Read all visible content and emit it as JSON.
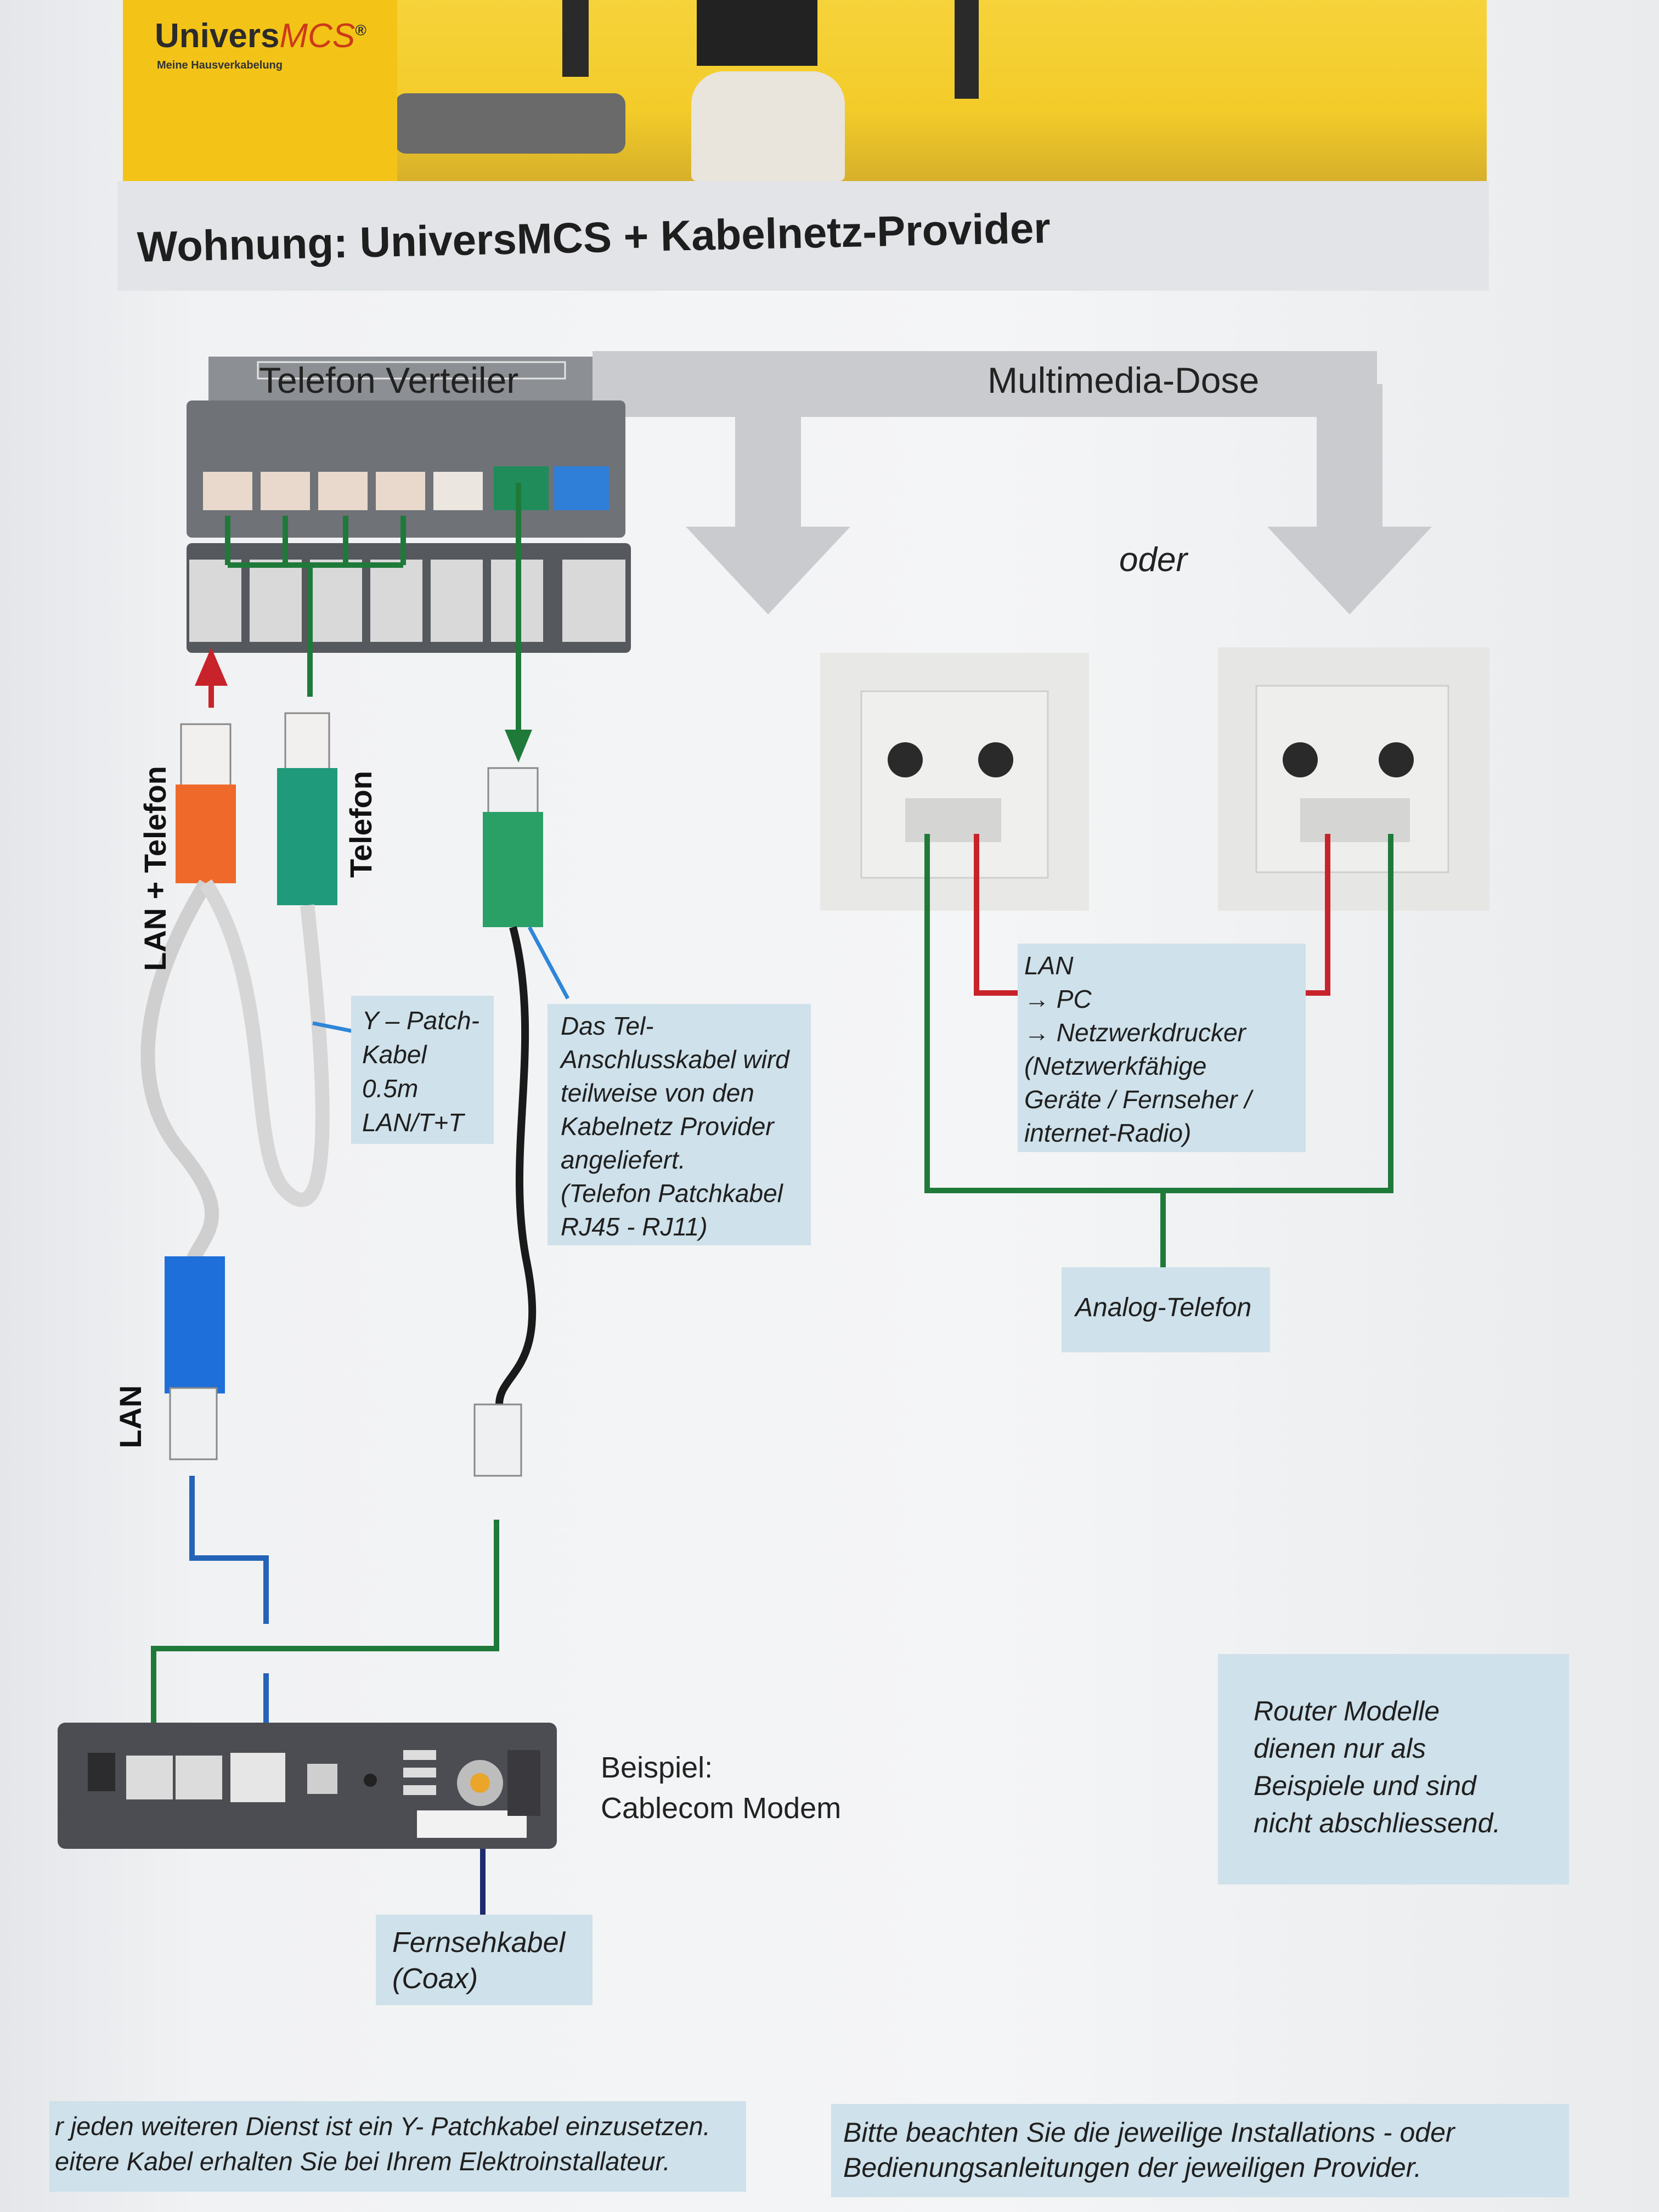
{
  "banner": {
    "logo_main": "Univers",
    "logo_accent": "MCS",
    "logo_mark": "®",
    "logo_tagline": "Meine Hausverkabelung"
  },
  "title": "Wohnung: UniversMCS + Kabelnetz-Provider",
  "labels": {
    "telefon_verteiler": "Telefon Verteiler",
    "multimedia_dose": "Multimedia-Dose",
    "oder": "oder",
    "lan_telefon": "LAN + Telefon",
    "telefon": "Telefon",
    "lan": "LAN",
    "modem_example": [
      "Beispiel:",
      "Cablecom Modem"
    ]
  },
  "notes": {
    "y_patch": [
      "Y – Patch-",
      "Kabel",
      "0.5m",
      "LAN/T+T"
    ],
    "tel_anschluss": [
      "Das Tel-",
      "Anschlusskabel wird",
      "teilweise von den",
      "Kabelnetz Provider",
      "angeliefert.",
      "(Telefon Patchkabel",
      "RJ45 - RJ11)"
    ],
    "lan_devices": [
      "LAN",
      "→  PC",
      "→  Netzwerkdrucker",
      "(Netzwerkfähige",
      "Geräte / Fernseher /",
      "internet-Radio)"
    ],
    "analog_telefon": "Analog-Telefon",
    "router_modelle": [
      "Router Modelle",
      "dienen nur als",
      "Beispiele und sind",
      "nicht abschliessend."
    ],
    "fernsehkabel": [
      "Fernsehkabel",
      "(Coax)"
    ],
    "footer_left": [
      "r jeden weiteren Dienst ist ein Y- Patchkabel einzusetzen.",
      "eitere Kabel erhalten Sie bei Ihrem Elektroinstallateur."
    ],
    "footer_right": [
      "Bitte beachten Sie die jeweilige Installations - oder",
      "Bedienungsanleitungen der jeweiligen Provider."
    ]
  },
  "colors": {
    "banner_yellow": "#f1c21b",
    "note_blue": "#cfe1ea",
    "wire_green": "#1f7a3a",
    "wire_red": "#c8232a",
    "wire_blue": "#2463b8",
    "wire_dark": "#1c2b6e",
    "arrow_gray": "#c7c9cc"
  }
}
